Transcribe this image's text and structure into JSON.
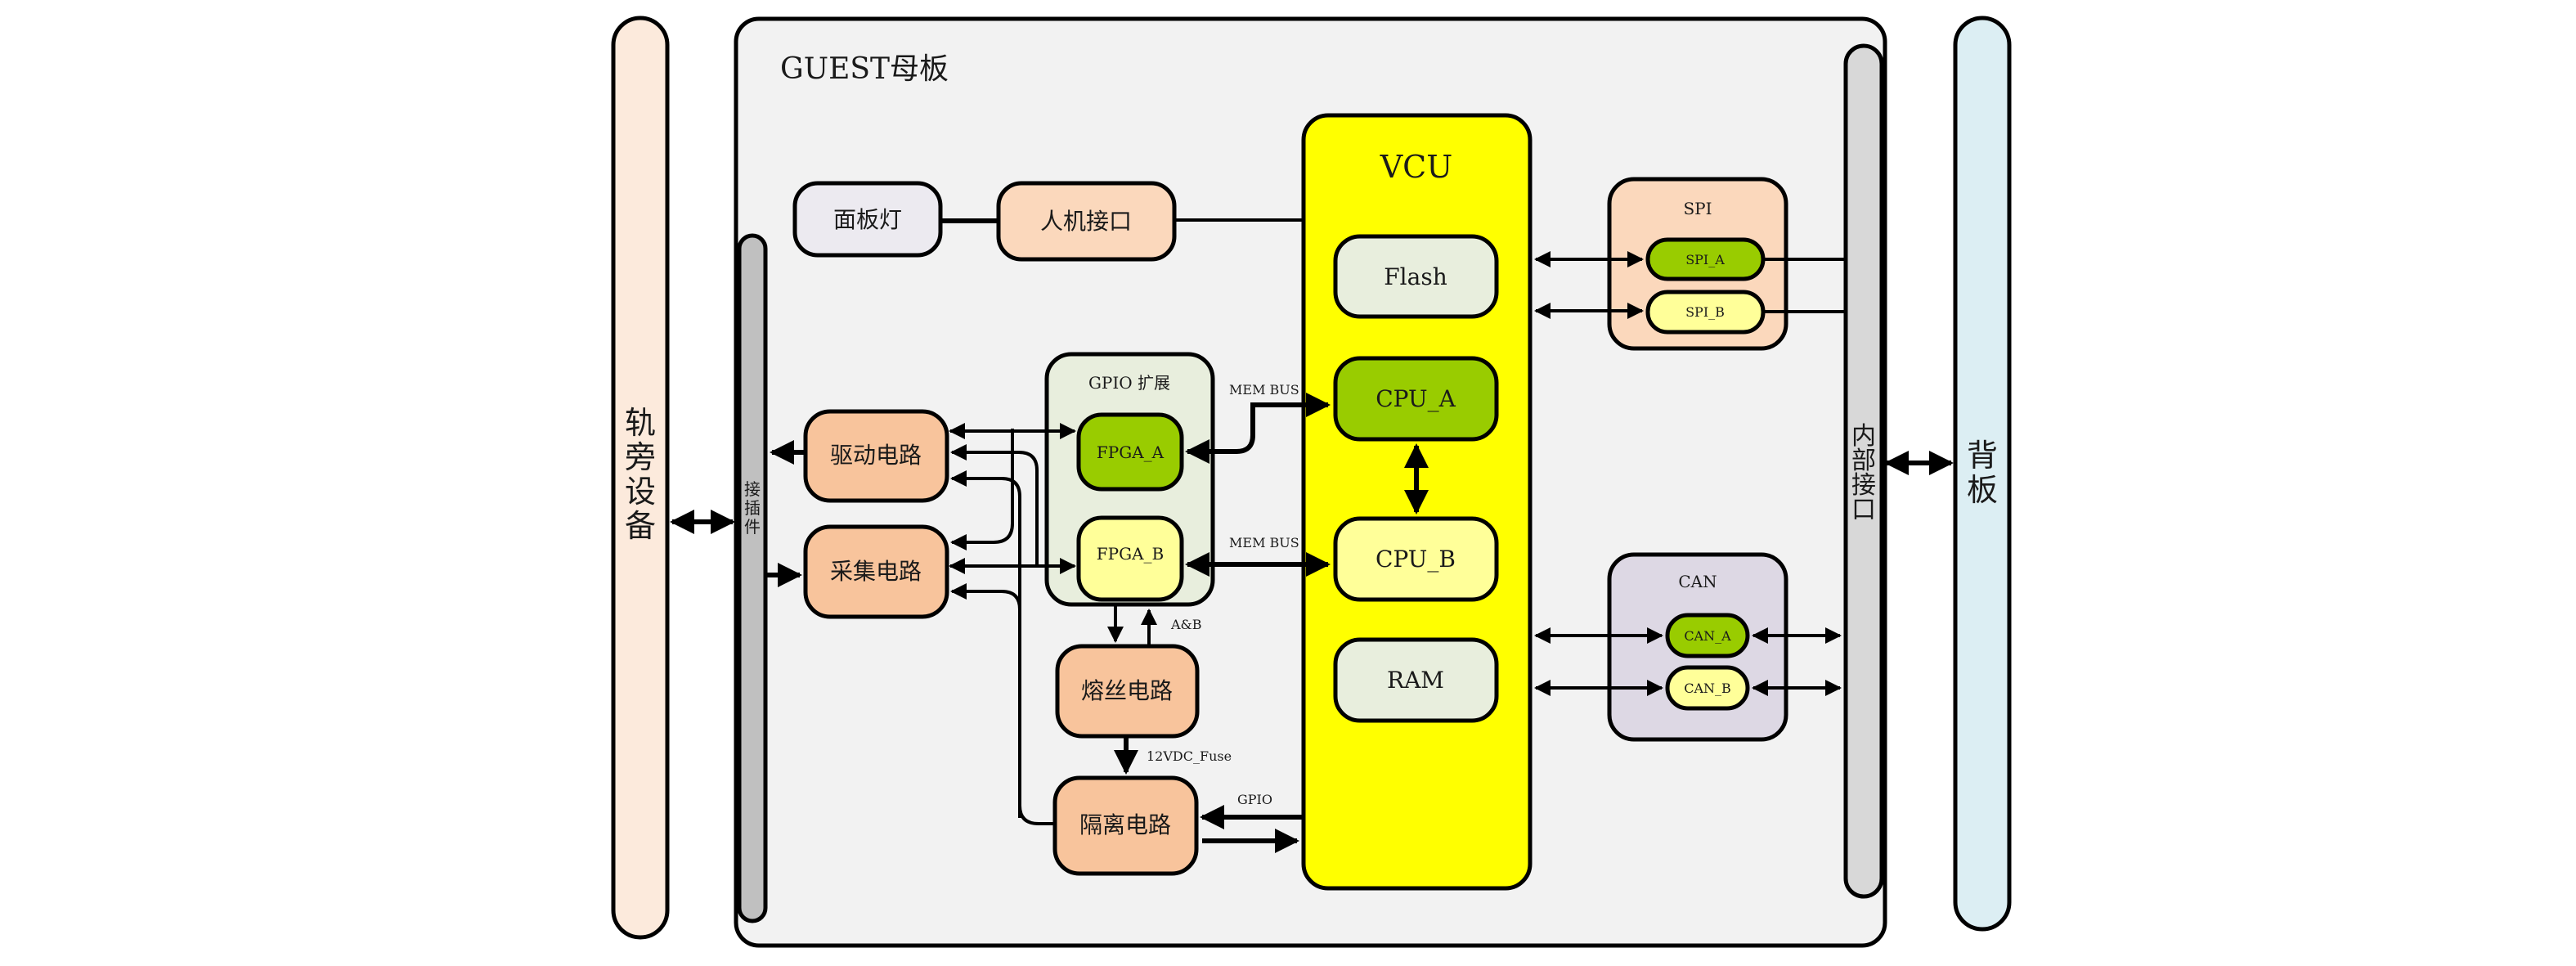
{
  "title": "GUEST母板",
  "colors": {
    "board": "#F2F2F2",
    "trackside": "#FCEADC",
    "backplane": "#DCEEF3",
    "connector": "#C0C0C0",
    "internal_interface": "#D8D8D8",
    "circuit": "#F8C49C",
    "hmi": "#FBD8BC",
    "panel_light": "#ECEAF0",
    "gpio_group": "#E8EEDD",
    "vcu": "#FFFF00",
    "channel_a": "#99CC00",
    "channel_b": "#FFFF99",
    "memory": "#E8EEDD",
    "spi_group": "#FBD8BC",
    "can_group": "#DDD8E4"
  },
  "external": {
    "trackside_label": [
      "轨",
      "旁",
      "设",
      "备"
    ],
    "backplane_label": [
      "背",
      "板"
    ]
  },
  "board": {
    "connector_label": [
      "接",
      "插",
      "件"
    ],
    "internal_interface_label": [
      "内",
      "部",
      "接",
      "口"
    ],
    "panel_light": "面板灯",
    "hmi": "人机接口",
    "drive_circuit": "驱动电路",
    "collect_circuit": "采集电路",
    "fuse_circuit": "熔丝电路",
    "isolation_circuit": "隔离电路",
    "gpio_group": {
      "title": "GPIO 扩展",
      "fpga_a": "FPGA_A",
      "fpga_b": "FPGA_B"
    },
    "vcu": {
      "title": "VCU",
      "flash": "Flash",
      "cpu_a": "CPU_A",
      "cpu_b": "CPU_B",
      "ram": "RAM"
    },
    "spi_group": {
      "title": "SPI",
      "a": "SPI_A",
      "b": "SPI_B"
    },
    "can_group": {
      "title": "CAN",
      "a": "CAN_A",
      "b": "CAN_B"
    }
  },
  "edge_labels": {
    "mem_bus_a": "MEM BUS",
    "mem_bus_b": "MEM BUS",
    "a_and_b": "A&B",
    "fuse_power": "12VDC_Fuse",
    "gpio": "GPIO"
  }
}
